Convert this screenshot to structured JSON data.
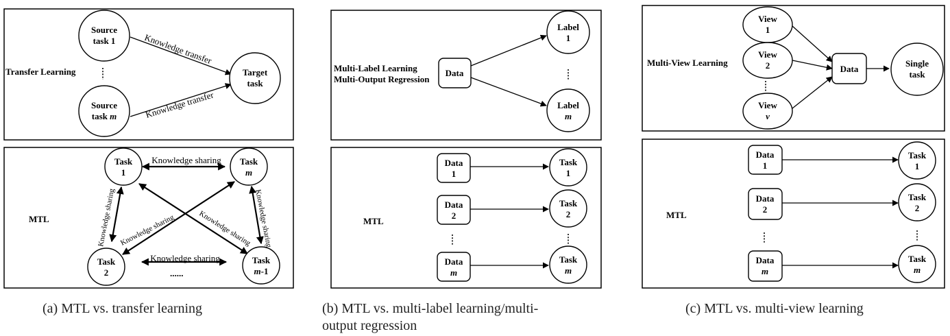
{
  "panel_a": {
    "top": {
      "side_label": "Transfer Learning",
      "source1": [
        "Source",
        "task 1"
      ],
      "sourcem": [
        "Source",
        "task "
      ],
      "sourcem_var": "m",
      "target": [
        "Target",
        "task"
      ],
      "edge1": "Knowledge transfer",
      "edge2": "Knowledge transfer"
    },
    "bottom": {
      "side_label": "MTL",
      "task1": [
        "Task",
        "1"
      ],
      "taskm_top": "Task",
      "taskm_var": "m",
      "task2": [
        "Task",
        "2"
      ],
      "taskm1_top": "Task",
      "taskm1_var": "m",
      "taskm1_suffix": "-1",
      "sharing_top": "Knowledge sharing",
      "sharing_bottom": "Knowledge sharing",
      "sharing_left": "Knowledge sharing",
      "sharing_right": "Knowledge sharing",
      "sharing_diag1": "Knowledge sharing",
      "sharing_diag2": "Knowledge sharing",
      "ellipsis": "......"
    },
    "caption": "(a)  MTL vs. transfer learning"
  },
  "panel_b": {
    "top": {
      "side_label_1": "Multi-Label Learning",
      "side_label_2": "Multi-Output Regression",
      "data": "Data",
      "label1": [
        "Label",
        "1"
      ],
      "labelm_top": "Label",
      "labelm_var": "m"
    },
    "bottom": {
      "side_label": "MTL",
      "data1": [
        "Data",
        "1"
      ],
      "data2": [
        "Data",
        "2"
      ],
      "datam_top": "Data",
      "datam_var": "m",
      "task1": [
        "Task",
        "1"
      ],
      "task2": [
        "Task",
        "2"
      ],
      "taskm_top": "Task",
      "taskm_var": "m"
    },
    "caption_line1": "(b)  MTL vs. multi-label learning/multi-",
    "caption_line2": "output regression"
  },
  "panel_c": {
    "top": {
      "side_label": "Multi-View Learning",
      "view1": [
        "View",
        "1"
      ],
      "view2": [
        "View",
        "2"
      ],
      "viewv_top": "View",
      "viewv_var": "v",
      "data": "Data",
      "single": [
        "Single",
        "task"
      ]
    },
    "bottom": {
      "side_label": "MTL",
      "data1": [
        "Data",
        "1"
      ],
      "data2": [
        "Data",
        "2"
      ],
      "datam_top": "Data",
      "datam_var": "m",
      "task1": [
        "Task",
        "1"
      ],
      "task2": [
        "Task",
        "2"
      ],
      "taskm_top": "Task",
      "taskm_var": "m"
    },
    "caption": "(c)  MTL vs. multi-view learning"
  }
}
